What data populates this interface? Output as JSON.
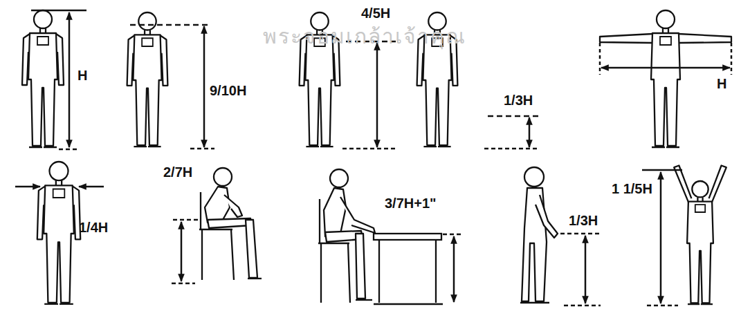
{
  "diagram": {
    "labels": [
      "H",
      "9/10H",
      "4/5H",
      "1/3H",
      "H",
      "1/4H",
      "2/7H",
      "3/7H+1\"",
      "1/3H",
      "1 1/5H",
      "พระจอมเกล้าเจ้าคุณ"
    ]
  }
}
